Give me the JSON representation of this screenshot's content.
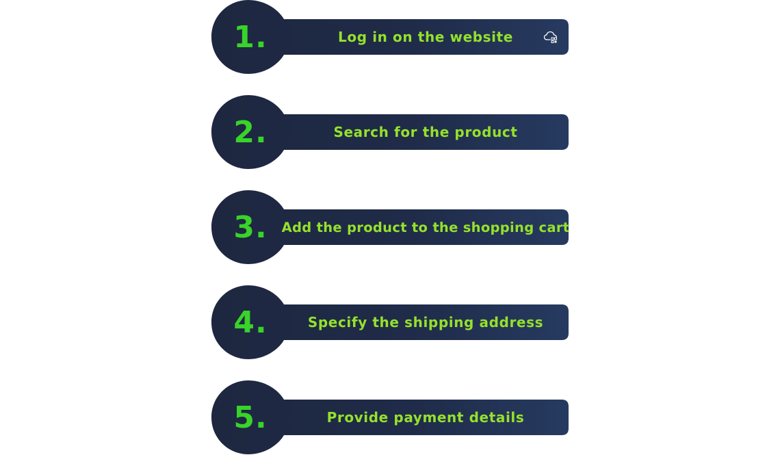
{
  "colors": {
    "shape_dark": "#1e2740",
    "shape_light": "#263a60",
    "number_green": "#39d32a",
    "label_green": "#95e12c"
  },
  "steps": [
    {
      "number": "1.",
      "label": "Log in on the website"
    },
    {
      "number": "2.",
      "label": "Search for the product"
    },
    {
      "number": "3.",
      "label": "Add the product to the shopping cart"
    },
    {
      "number": "4.",
      "label": "Specify the shipping address"
    },
    {
      "number": "5.",
      "label": "Provide payment details"
    }
  ],
  "icons": {
    "step1_corner_icon": "cloud-icon"
  }
}
